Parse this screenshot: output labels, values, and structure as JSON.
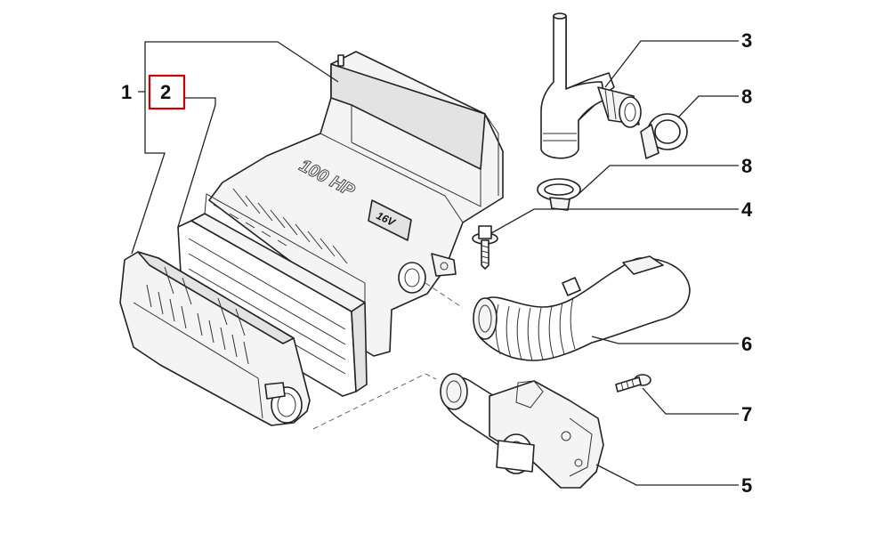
{
  "callouts": {
    "c1": "1",
    "c2": "2",
    "c3": "3",
    "c4": "4",
    "c5": "5",
    "c6": "6",
    "c7": "7",
    "c8a": "8",
    "c8b": "8"
  },
  "housing_text": {
    "power": "100 HP",
    "valves": "16V"
  },
  "colors": {
    "highlight": "#cc0000"
  }
}
